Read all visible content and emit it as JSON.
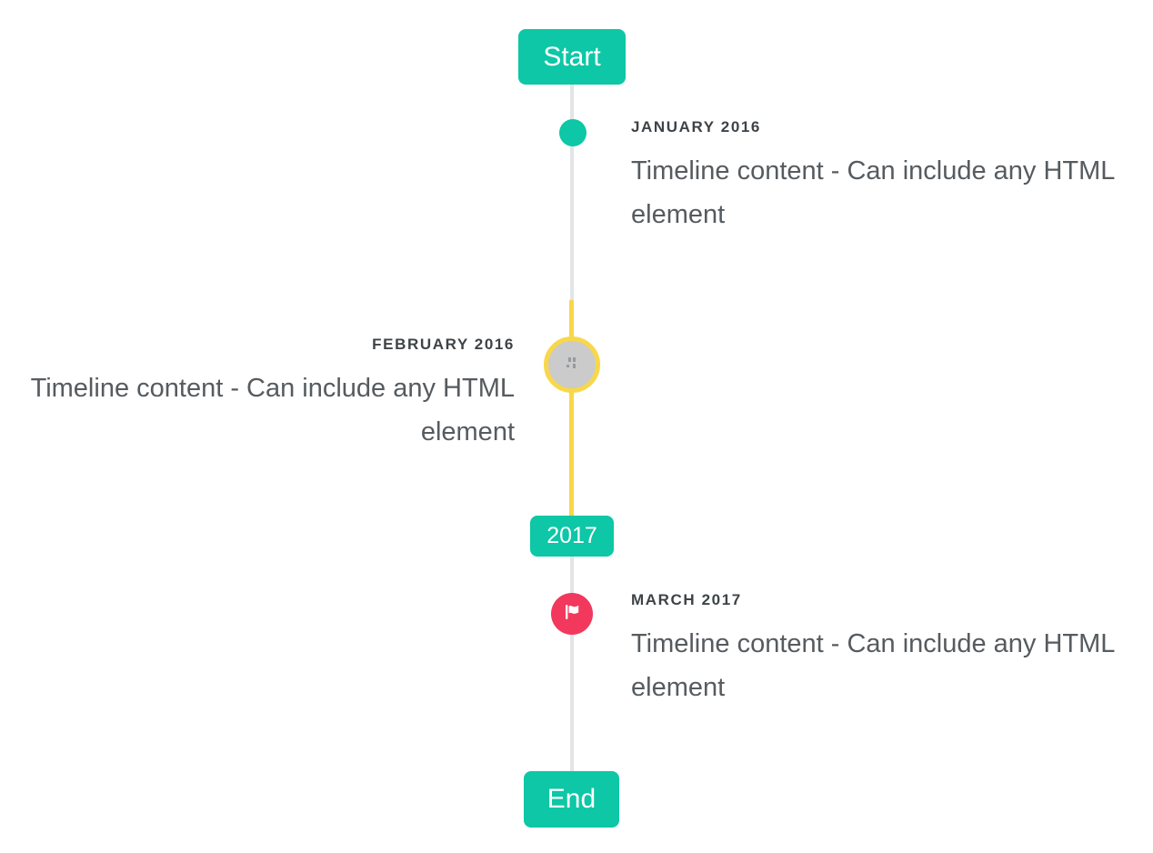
{
  "timeline": {
    "start_label": "Start",
    "year_label": "2017",
    "end_label": "End",
    "items": [
      {
        "date": "JANUARY 2016",
        "content": "Timeline content - Can include any HTML element",
        "side": "right",
        "marker": "teal-dot"
      },
      {
        "date": "FEBRUARY 2016",
        "content": "Timeline content - Can include any HTML element",
        "side": "left",
        "marker": "image-circle-yellow-ring"
      },
      {
        "date": "MARCH 2017",
        "content": "Timeline content - Can include any HTML element",
        "side": "right",
        "marker": "flag-circle"
      }
    ],
    "colors": {
      "accent_teal": "#0dc7a6",
      "highlight_yellow": "#f8d74a",
      "flag_pink": "#f2385c",
      "line_gray": "#e2e4e5",
      "marker_gray_fill": "#cbcbcb",
      "date_text": "#3e4347",
      "content_text": "#565b5f",
      "badge_text": "#ffffff"
    }
  }
}
